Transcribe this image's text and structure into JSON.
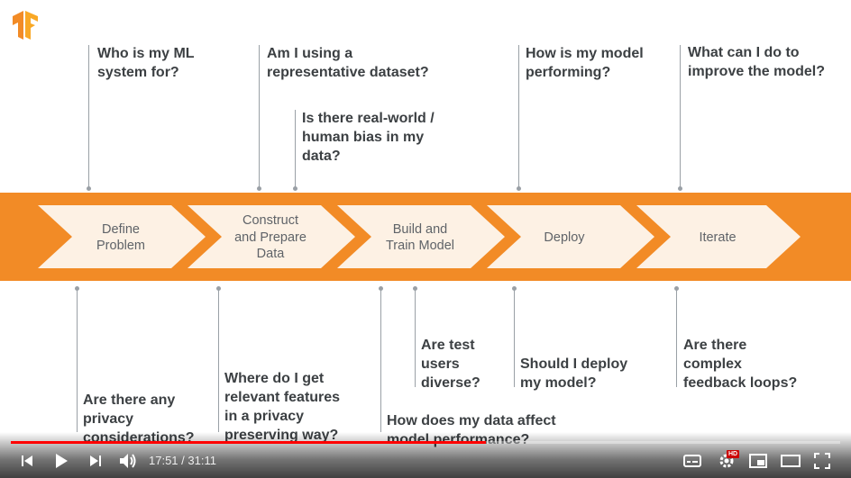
{
  "logo": {
    "icon": "tensorflow-logo",
    "color": "#f28b26"
  },
  "band_color": "#f28b26",
  "stages": [
    {
      "label": "Define\nProblem"
    },
    {
      "label": "Construct\nand Prepare\nData"
    },
    {
      "label": "Build and\nTrain Model"
    },
    {
      "label": "Deploy"
    },
    {
      "label": "Iterate"
    }
  ],
  "questions_top": [
    {
      "text": "Who is my ML\nsystem for?"
    },
    {
      "text": "Am I using a\nrepresentative dataset?"
    },
    {
      "text": "Is there real-world /\nhuman bias in my\ndata?"
    },
    {
      "text": "How is my model\nperforming?"
    },
    {
      "text": "What can I do to\nimprove the model?"
    }
  ],
  "questions_bottom": [
    {
      "text": "Are there any\nprivacy\nconsiderations?"
    },
    {
      "text": "Where do I get\nrelevant features\nin a privacy\npreserving way?"
    },
    {
      "text": "How does my data affect\nmodel performance?"
    },
    {
      "text": "Are test\nusers\ndiverse?"
    },
    {
      "text": "Should I deploy\nmy model?"
    },
    {
      "text": "Are there\ncomplex\nfeedback loops?"
    }
  ],
  "player": {
    "current_time": "17:51",
    "separator": " / ",
    "duration": "31:11",
    "progress_fraction": 0.5723,
    "progress_color": "#ff0000",
    "hd_badge": "HD",
    "icons": [
      "previous-icon",
      "play-icon",
      "next-icon",
      "volume-icon",
      "subtitles-icon",
      "settings-icon",
      "miniplayer-icon",
      "theater-icon",
      "fullscreen-icon"
    ]
  }
}
